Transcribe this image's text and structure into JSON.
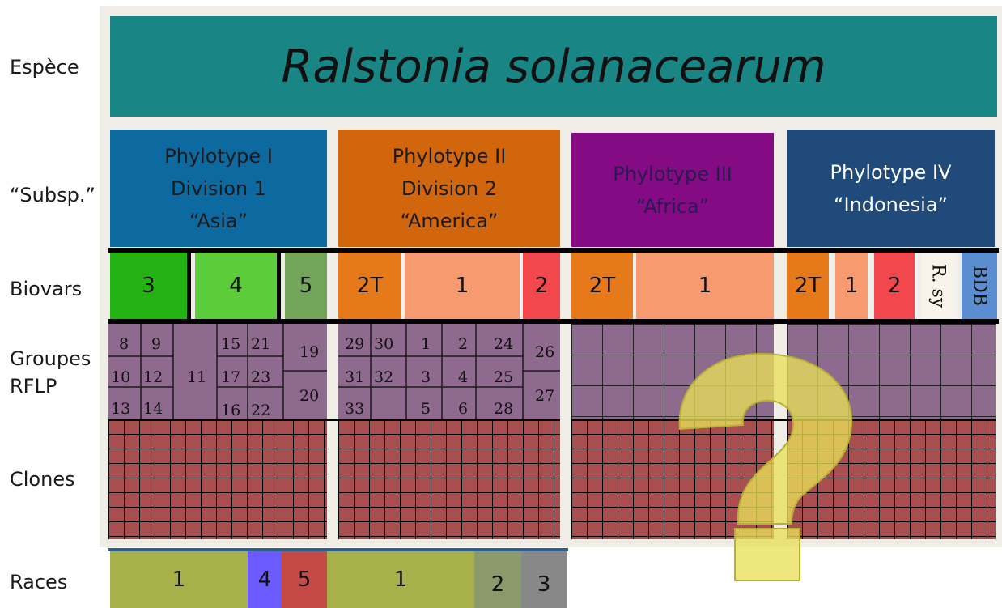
{
  "row_labels": {
    "espece": "Espèce",
    "subsp": "“Subsp.”",
    "biovars": "Biovars",
    "groupes_1": "Groupes",
    "groupes_2": "RFLP",
    "clones": "Clones",
    "races": "Races"
  },
  "species": "Ralstonia solanacearum",
  "phylotypes": [
    {
      "line1": "Phylotype I",
      "line2": "Division 1",
      "line3": "“Asia”",
      "color": "#0d6aa0",
      "text_color": "#1a1a1a"
    },
    {
      "line1": "Phylotype II",
      "line2": "Division 2",
      "line3": "“America”",
      "color": "#d2660d",
      "text_color": "#1a1a1a"
    },
    {
      "line1": "Phylotype III",
      "line2": "“Africa”",
      "color": "#850b85",
      "text_color": "#2a1a50"
    },
    {
      "line1": "Phylotype IV",
      "line2": "“Indonesia”",
      "color": "#1f4a7a",
      "text_color": "#ffffff"
    }
  ],
  "biovars": {
    "p1": [
      "3",
      "4",
      "5"
    ],
    "p2": [
      "2T",
      "1",
      "2"
    ],
    "p3": [
      "2T",
      "1"
    ],
    "p4": [
      "2T",
      "1",
      "2",
      "R. sy",
      "BDB"
    ]
  },
  "rflp": {
    "p1": [
      "8",
      "9",
      "10",
      "12",
      "13",
      "14",
      "11",
      "15",
      "21",
      "17",
      "23",
      "16",
      "22",
      "19",
      "20"
    ],
    "p2": [
      "29",
      "30",
      "31",
      "32",
      "33",
      "1",
      "2",
      "3",
      "4",
      "5",
      "6",
      "24",
      "25",
      "28",
      "26",
      "27"
    ]
  },
  "races": [
    "1",
    "4",
    "5",
    "1",
    "2",
    "3"
  ],
  "question_mark": "?",
  "colors": {
    "species": "#1a8585",
    "rflp_purple": "#8e6a8e",
    "clone_brick": "#a84e4e",
    "question_yellow": "#e8e05a"
  }
}
